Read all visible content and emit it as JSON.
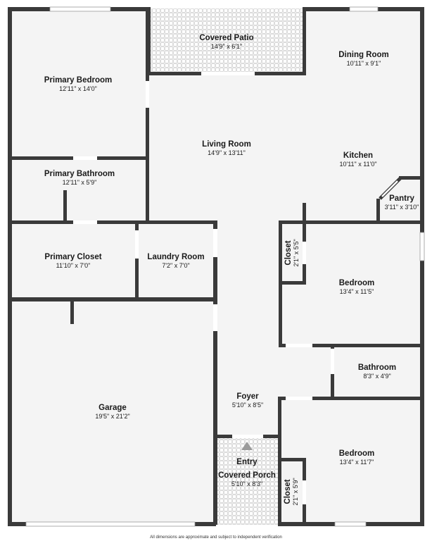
{
  "rooms": {
    "covered_patio": {
      "name": "Covered Patio",
      "dim": "14'9\" x 6'1\""
    },
    "dining_room": {
      "name": "Dining Room",
      "dim": "10'11\" x 9'1\""
    },
    "primary_bedroom": {
      "name": "Primary Bedroom",
      "dim": "12'11\" x 14'0\""
    },
    "living_room": {
      "name": "Living Room",
      "dim": "14'9\" x 13'11\""
    },
    "kitchen": {
      "name": "Kitchen",
      "dim": "10'11\" x 11'0\""
    },
    "primary_bathroom": {
      "name": "Primary Bathroom",
      "dim": "12'11\" x 5'9\""
    },
    "pantry": {
      "name": "Pantry",
      "dim": "3'11\" x 3'10\""
    },
    "primary_closet": {
      "name": "Primary Closet",
      "dim": "11'10\" x 7'0\""
    },
    "laundry_room": {
      "name": "Laundry Room",
      "dim": "7'2\" x 7'0\""
    },
    "closet_upper": {
      "name": "Closet",
      "dim": "2'1\" x 5'5\""
    },
    "bedroom_upper": {
      "name": "Bedroom",
      "dim": "13'4\" x 11'5\""
    },
    "bathroom": {
      "name": "Bathroom",
      "dim": "8'3\" x 4'9\""
    },
    "garage": {
      "name": "Garage",
      "dim": "19'5\" x 21'2\""
    },
    "foyer": {
      "name": "Foyer",
      "dim": "5'10\" x 8'5\""
    },
    "entry": {
      "name": "Entry"
    },
    "covered_porch": {
      "name": "Covered Porch",
      "dim": "5'10\" x 8'3\""
    },
    "bedroom_lower": {
      "name": "Bedroom",
      "dim": "13'4\" x 11'7\""
    },
    "closet_lower": {
      "name": "Closet",
      "dim": "2'1\" x 5'9\""
    }
  },
  "disclaimer": "All dimensions are approximate and subject to independent verification",
  "colors": {
    "wall": "#3a3a3a",
    "floor": "#f4f4f4",
    "tile": "#e6e6e6"
  }
}
